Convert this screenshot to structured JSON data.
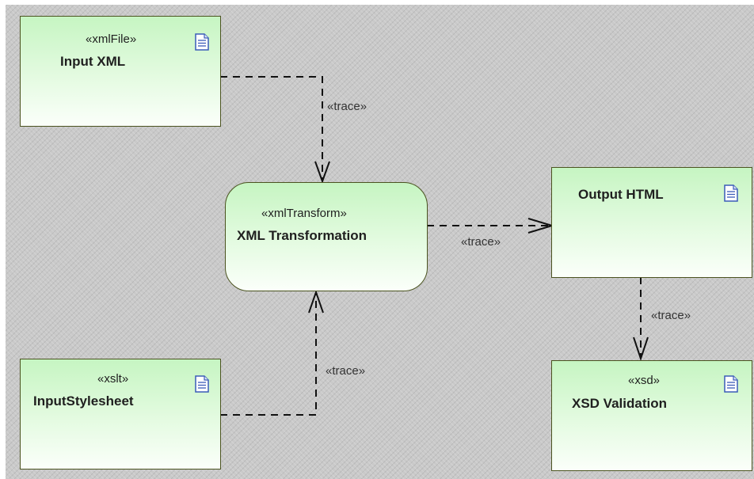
{
  "nodes": {
    "input_xml": {
      "stereotype": "«xmlFile»",
      "name": "Input XML"
    },
    "xml_transformation": {
      "stereotype": "«xmlTransform»",
      "name": "XML Transformation"
    },
    "output_html": {
      "name": "Output HTML"
    },
    "input_stylesheet": {
      "stereotype": "«xslt»",
      "name": "InputStylesheet"
    },
    "xsd_validation": {
      "stereotype": "«xsd»",
      "name": "XSD Validation"
    }
  },
  "edges": {
    "input_to_transform": {
      "label": "«trace»"
    },
    "transform_to_output": {
      "label": "«trace»"
    },
    "stylesheet_to_transform": {
      "label": "«trace»"
    },
    "output_to_xsd": {
      "label": "«trace»"
    }
  },
  "icons": {
    "document": "document-icon"
  },
  "colors": {
    "node_fill_top": "#c6f5c2",
    "node_fill_bottom": "#fbfffa",
    "node_border": "#4b5320",
    "background": "#c9c9c9"
  }
}
